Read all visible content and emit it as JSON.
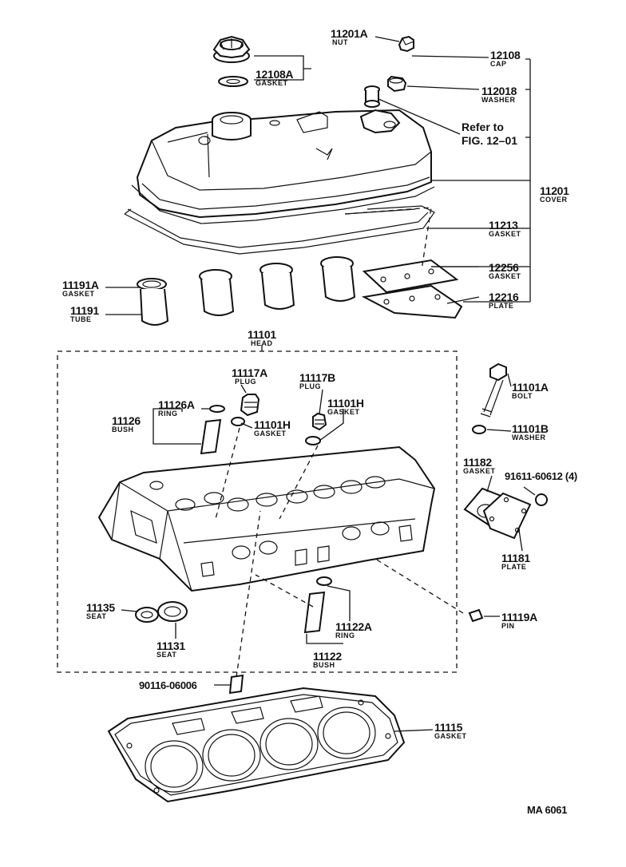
{
  "parts": {
    "p11201A": {
      "num": "11201A",
      "name": "NUT"
    },
    "p12108": {
      "num": "12108",
      "name": "CAP"
    },
    "p12108A": {
      "num": "12108A",
      "name": "GASKET"
    },
    "p112018": {
      "num": "112018",
      "name": "WASHER"
    },
    "p11201": {
      "num": "11201",
      "name": "COVER"
    },
    "p11213": {
      "num": "11213",
      "name": "GASKET"
    },
    "p12256": {
      "num": "12256",
      "name": "GASKET"
    },
    "p12216": {
      "num": "12216",
      "name": "PLATE"
    },
    "p11191A": {
      "num": "11191A",
      "name": "GASKET"
    },
    "p11191": {
      "num": "11191",
      "name": "TUBE"
    },
    "p11101": {
      "num": "11101",
      "name": "HEAD"
    },
    "p11117A": {
      "num": "11117A",
      "name": "PLUG"
    },
    "p11117B": {
      "num": "11117B",
      "name": "PLUG"
    },
    "p11126A": {
      "num": "11126A",
      "name": "RING"
    },
    "p11126": {
      "num": "11126",
      "name": "BUSH"
    },
    "p11101H_left": {
      "num": "11101H",
      "name": "GASKET"
    },
    "p11101H_right": {
      "num": "11101H",
      "name": "GASKET"
    },
    "p11101A": {
      "num": "11101A",
      "name": "BOLT"
    },
    "p11101B": {
      "num": "11101B",
      "name": "WASHER"
    },
    "p11182": {
      "num": "11182",
      "name": "GASKET"
    },
    "p91611": {
      "num": "91611-60612 (4)"
    },
    "p11181": {
      "num": "11181",
      "name": "PLATE"
    },
    "p11135": {
      "num": "11135",
      "name": "SEAT"
    },
    "p11131": {
      "num": "11131",
      "name": "SEAT"
    },
    "p11122A": {
      "num": "11122A",
      "name": "RING"
    },
    "p11122": {
      "num": "11122",
      "name": "BUSH"
    },
    "p11119A": {
      "num": "11119A",
      "name": "PIN"
    },
    "p90116": {
      "num": "90116-06006"
    },
    "p11115": {
      "num": "11115",
      "name": "GASKET"
    }
  },
  "reference": {
    "line1": "Refer to",
    "line2": "FIG. 12–01"
  },
  "figure_code": "MA 6061"
}
